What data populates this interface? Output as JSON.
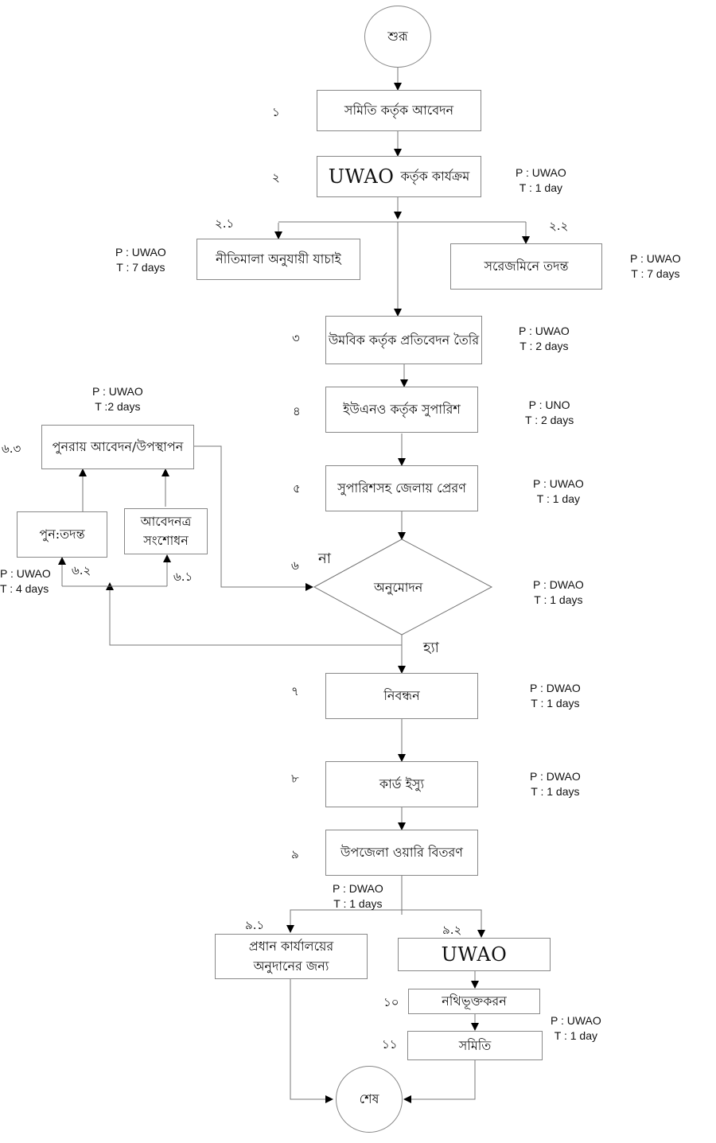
{
  "diagram": {
    "start": "শুরূ",
    "end": "শেষ",
    "steps": [
      {
        "num": "১",
        "text": "সমিতি কর্তৃক আবেদন"
      },
      {
        "num": "২",
        "text_en": "UWAO",
        "text": "কর্তৃক কার্যক্রম",
        "p": "P : UWAO",
        "t": "T : 1 day"
      },
      {
        "num": "২.১",
        "text": "নীতিমালা অনুযায়ী যাচাই",
        "p": "P : UWAO",
        "t": "T : 7 days"
      },
      {
        "num": "২.২",
        "text": "সরেজমিনে তদন্ত",
        "p": "P : UWAO",
        "t": "T : 7 days"
      },
      {
        "num": "৩",
        "text": "উমবিক কর্তৃক প্রতিবেদন তৈরি",
        "p": "P : UWAO",
        "t": "T : 2 days"
      },
      {
        "num": "৪",
        "text": "ইউএনও কর্তৃক সুপারিশ",
        "p": "P : UNO",
        "t": "T : 2 days"
      },
      {
        "num": "৫",
        "text": "সুপারিশসহ জেলায় প্রেরণ",
        "p": "P : UWAO",
        "t": "T : 1 day"
      },
      {
        "num": "৬",
        "text": "অনুমোদন",
        "p": "P : DWAO",
        "t": "T : 1 days",
        "no": "না",
        "yes": "হ্যা"
      },
      {
        "num": "৬.১",
        "text": "আবেদনত্র সংশোধন"
      },
      {
        "num": "৬.২",
        "text": "পুন:তদন্ত",
        "p": "P : UWAO",
        "t": "T : 4 days"
      },
      {
        "num": "৬.৩",
        "text": "পুনরায় আবেদন/উপস্থাপন",
        "p": "P : UWAO",
        "t": "T :2 days"
      },
      {
        "num": "৭",
        "text": "নিবন্ধন",
        "p": "P : DWAO",
        "t": "T : 1 days"
      },
      {
        "num": "৮",
        "text": "কার্ড ইস্যু",
        "p": "P : DWAO",
        "t": "T : 1 days"
      },
      {
        "num": "৯",
        "text": "উপজেলা ওয়ারি বিতরণ",
        "p": "P : DWAO",
        "t": "T : 1 days"
      },
      {
        "num": "৯.১",
        "text": "প্রধান কার্যালয়ের অনুদানের জন্য"
      },
      {
        "num": "৯.২",
        "text": "UWAO"
      },
      {
        "num": "১০",
        "text": "নথিভূক্তকরন"
      },
      {
        "num": "১১",
        "text": "সমিতি",
        "p": "P : UWAO",
        "t": "T : 1 day"
      }
    ]
  }
}
